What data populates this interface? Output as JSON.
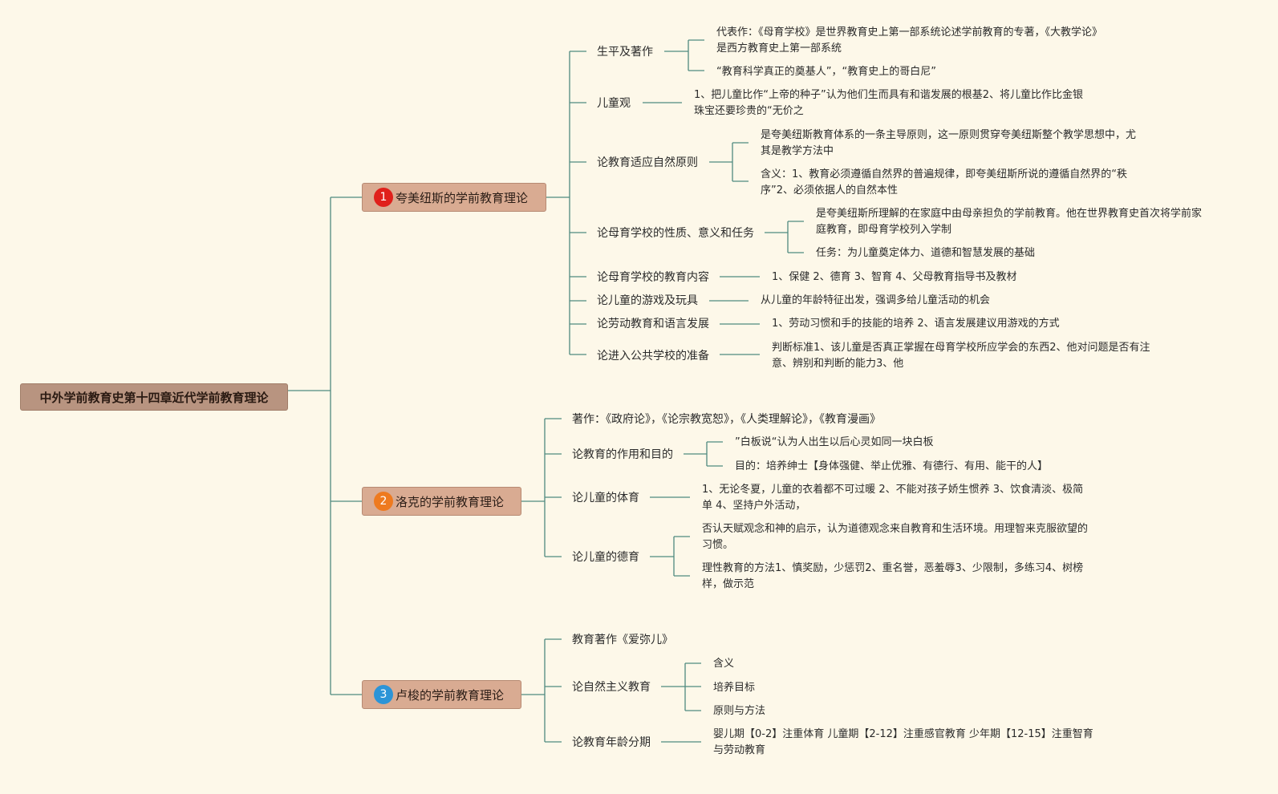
{
  "root": "中外学前教育史第十四章近代学前教育理论",
  "colors": {
    "line": "#4f8a80",
    "root_fill": "#b89480",
    "topic_fill": "#d9ab92",
    "background": "#fdf8e9",
    "badge1": "#e0201b",
    "badge2": "#ee7a1f",
    "badge3": "#2c94d7"
  },
  "topics": [
    {
      "number": "1",
      "title": "夸美纽斯的学前教育理论",
      "branches": [
        {
          "label": "生平及著作",
          "details": [
            "代表作：《母育学校》是世界教育史上第一部系统论述学前教育的专著，《大教学论》是西方教育史上第一部系统",
            "“教育科学真正的奠基人”，“教育史上的哥白尼”"
          ]
        },
        {
          "label": "儿童观",
          "details": [
            "1、把儿童比作“上帝的种子”认为他们生而具有和谐发展的根基2、将儿童比作比金银珠宝还要珍贵的“无价之"
          ]
        },
        {
          "label": "论教育适应自然原则",
          "details": [
            "是夸美纽斯教育体系的一条主导原则，这一原则贯穿夸美纽斯整个教学思想中，尤其是教学方法中",
            "含义：1、教育必须遵循自然界的普遍规律，即夸美纽斯所说的遵循自然界的“秩序”2、必须依据人的自然本性"
          ]
        },
        {
          "label": "论母育学校的性质、意义和任务",
          "details": [
            "是夸美纽斯所理解的在家庭中由母亲担负的学前教育。他在世界教育史首次将学前家庭教育，即母育学校列入学制",
            "任务：为儿童奠定体力、道德和智慧发展的基础"
          ]
        },
        {
          "label": "论母育学校的教育内容",
          "details": [
            "1、保健 2、德育 3、智育 4、父母教育指导书及教材"
          ]
        },
        {
          "label": "论儿童的游戏及玩具",
          "details": [
            "从儿童的年龄特征出发，强调多给儿童活动的机会"
          ]
        },
        {
          "label": "论劳动教育和语言发展",
          "details": [
            "1、劳动习惯和手的技能的培养 2、语言发展建议用游戏的方式"
          ]
        },
        {
          "label": "论进入公共学校的准备",
          "details": [
            "判断标准1、该儿童是否真正掌握在母育学校所应学会的东西2、他对问题是否有注意、辨别和判断的能力3、他"
          ]
        }
      ]
    },
    {
      "number": "2",
      "title": "洛克的学前教育理论",
      "branches": [
        {
          "label": "著作：《政府论》，《论宗教宽恕》，《人类理解论》，《教育漫画》",
          "details": []
        },
        {
          "label": "论教育的作用和目的",
          "details": [
            "”白板说“认为人出生以后心灵如同一块白板",
            "目的：培养绅士【身体强健、举止优雅、有德行、有用、能干的人】"
          ]
        },
        {
          "label": "论儿童的体育",
          "details": [
            "1、无论冬夏，儿童的衣着都不可过暖 2、不能对孩子娇生惯养 3、饮食清淡、极简单 4、坚持户外活动，"
          ]
        },
        {
          "label": "论儿童的德育",
          "details": [
            "否认天赋观念和神的启示，认为道德观念来自教育和生活环境。用理智来克服欲望的习惯。",
            "理性教育的方法1、慎奖励，少惩罚2、重名誉，恶羞辱3、少限制，多练习4、树榜样，做示范"
          ]
        }
      ]
    },
    {
      "number": "3",
      "title": "卢梭的学前教育理论",
      "branches": [
        {
          "label": "教育著作《爱弥儿》",
          "details": []
        },
        {
          "label": "论自然主义教育",
          "details": [
            "含义",
            "培养目标",
            "原则与方法"
          ]
        },
        {
          "label": "论教育年龄分期",
          "details": [
            "婴儿期【0-2】注重体育 儿童期【2-12】注重感官教育 少年期【12-15】注重智育与劳动教育"
          ]
        }
      ]
    }
  ]
}
